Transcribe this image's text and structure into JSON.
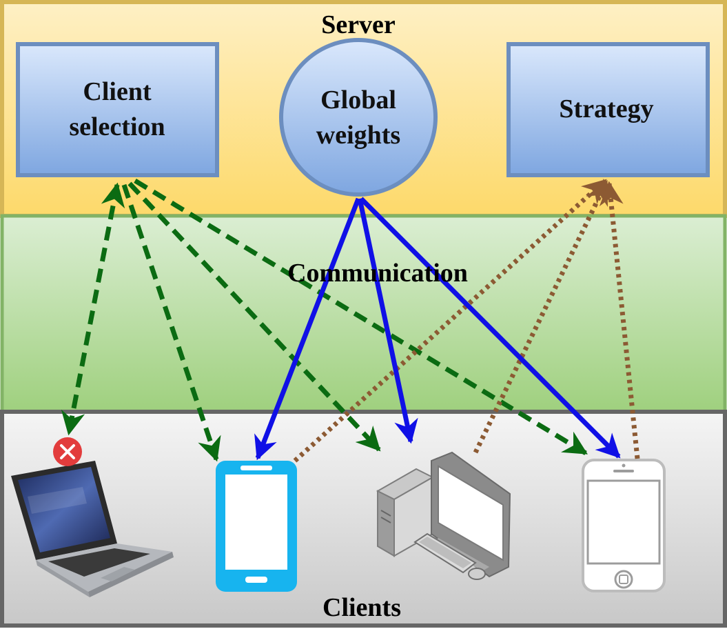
{
  "zones": {
    "server": "Server",
    "communication": "Communication",
    "clients": "Clients"
  },
  "server_boxes": {
    "client_selection": [
      "Client",
      "selection"
    ],
    "global_weights": [
      "Global",
      "weights"
    ],
    "strategy": "Strategy"
  },
  "clients": [
    {
      "name": "laptop-icon",
      "status": "dropped"
    },
    {
      "name": "smartphone-icon"
    },
    {
      "name": "desktop-computer-icon"
    },
    {
      "name": "mobile-phone-icon"
    }
  ],
  "arrow_legend": {
    "selection_arrows": {
      "style": "dashed",
      "color": "#0b6b12"
    },
    "weight_arrows": {
      "style": "solid",
      "color": "#1010e6"
    },
    "strategy_arrows": {
      "style": "dotted",
      "color": "#8c5a33"
    }
  },
  "colors": {
    "server_band": "#fde38f",
    "communication_band": "#b8dca2",
    "clients_band": "#e4e4e4",
    "box_fill": "#8fb1e6",
    "smartphone": "#17b4ef"
  }
}
